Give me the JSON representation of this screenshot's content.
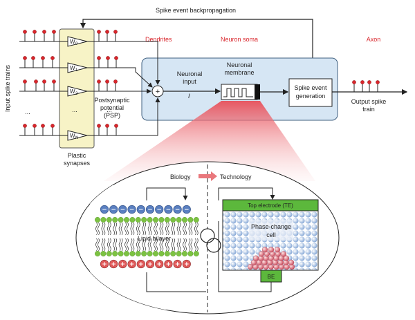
{
  "labels": {
    "backprop": "Spike event backpropagation",
    "dendrites": "Dendrites",
    "soma": "Neuron soma",
    "axon": "Axon",
    "input_trains": "Input spike trains",
    "plastic1": "Plastic",
    "plastic2": "synapses",
    "psp1": "Postsynaptic",
    "psp2": "potential",
    "psp3": "(PSP)",
    "neuronal_input1": "Neuronal",
    "neuronal_input2": "input",
    "current": "I",
    "membrane1": "Neuronal",
    "membrane2": "membrane",
    "spike_gen1": "Spike event",
    "spike_gen2": "generation",
    "output1": "Output spike",
    "output2": "train",
    "biology": "Biology",
    "technology": "Technology",
    "lipid": "Lipid bilayer",
    "top_electrode": "Top electrode (TE)",
    "pcm1": "Phase-change",
    "pcm2": "cell",
    "be": "BE",
    "ellipsis": "...",
    "plus": "+"
  },
  "weights": [
    "W",
    "W",
    "W",
    "W"
  ],
  "weight_subs": [
    "0",
    "1",
    "2",
    "N"
  ],
  "colors": {
    "red": "#d9262c",
    "synapse_fill": "#f7f3c6",
    "soma_fill": "#d6e6f4",
    "green": "#5cb83c",
    "lipid_green": "#7cc242",
    "negative_ion": "#5a7fc0",
    "positive_ion": "#e05a5a",
    "pcm_blue": "#a9c3e3",
    "pcm_red": "#d8737f",
    "cone": "#e8505a"
  }
}
